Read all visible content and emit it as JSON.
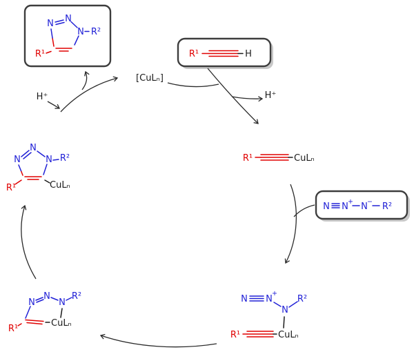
{
  "labels": {
    "n": "N",
    "r1": "R¹",
    "r2": "R²",
    "h": "H",
    "h_plus": "H⁺",
    "cu_ligand": "CuLₙ",
    "cu_catalyst": "[CuLₙ]",
    "plus_charge": "+",
    "minus_charge": "−"
  },
  "colors": {
    "nitrogen_blue": "#2020d6",
    "carbon_red": "#e00000",
    "bond_black": "#1a1a1a",
    "box_border": "#3d3d3d",
    "box_shadow": "#b5b5b5",
    "arrow_gray": "#2a2a2a",
    "background": "#ffffff"
  }
}
